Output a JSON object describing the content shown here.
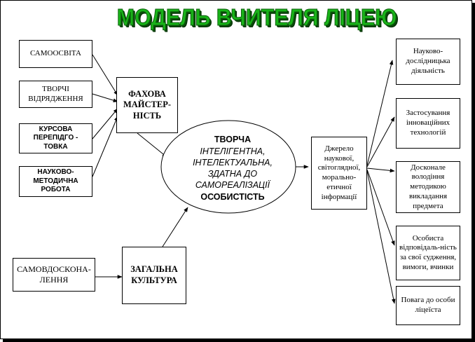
{
  "title": "МОДЕЛЬ ВЧИТЕЛЯ ЛІЦЕЮ",
  "left_boxes": {
    "samoosvita": "САМООСВІТА",
    "tvorchi": "ТВОРЧІ ВІДРЯДЖЕННЯ",
    "kursova": "КУРСОВА ПЕРЕПІДГО - ТОВКА",
    "naukovo": "НАУКОВО-МЕТОДИЧНА РОБОТА",
    "samovdoskonalennia": "САМОВДОСКОНА-ЛЕННЯ"
  },
  "middle_boxes": {
    "fakhova": "ФАХОВА МАЙСТЕР-НІСТЬ",
    "zagalna": "ЗАГАЛЬНА КУЛЬТУРА"
  },
  "center": {
    "line1": "ТВОРЧА",
    "line2": "ІНТЕЛІГЕНТНА,",
    "line3": "ІНТЕЛЕКТУАЛЬНА,",
    "line4": "ЗДАТНА ДО",
    "line5": "САМОРЕАЛІЗАЦІЇ",
    "line6": "ОСОБИСТІСТЬ"
  },
  "source_box": "Джерело наукової, світоглядної, морально-етичної інформації",
  "right_boxes": [
    "Науково-дослідницька діяльність",
    "Застосування інноваційних технологій",
    "Досконале володіння методикою викладання предмета",
    "Особиста відповідаль-ність за свої судження, вимоги, вчинки",
    "Повага до особи ліцеїста"
  ]
}
